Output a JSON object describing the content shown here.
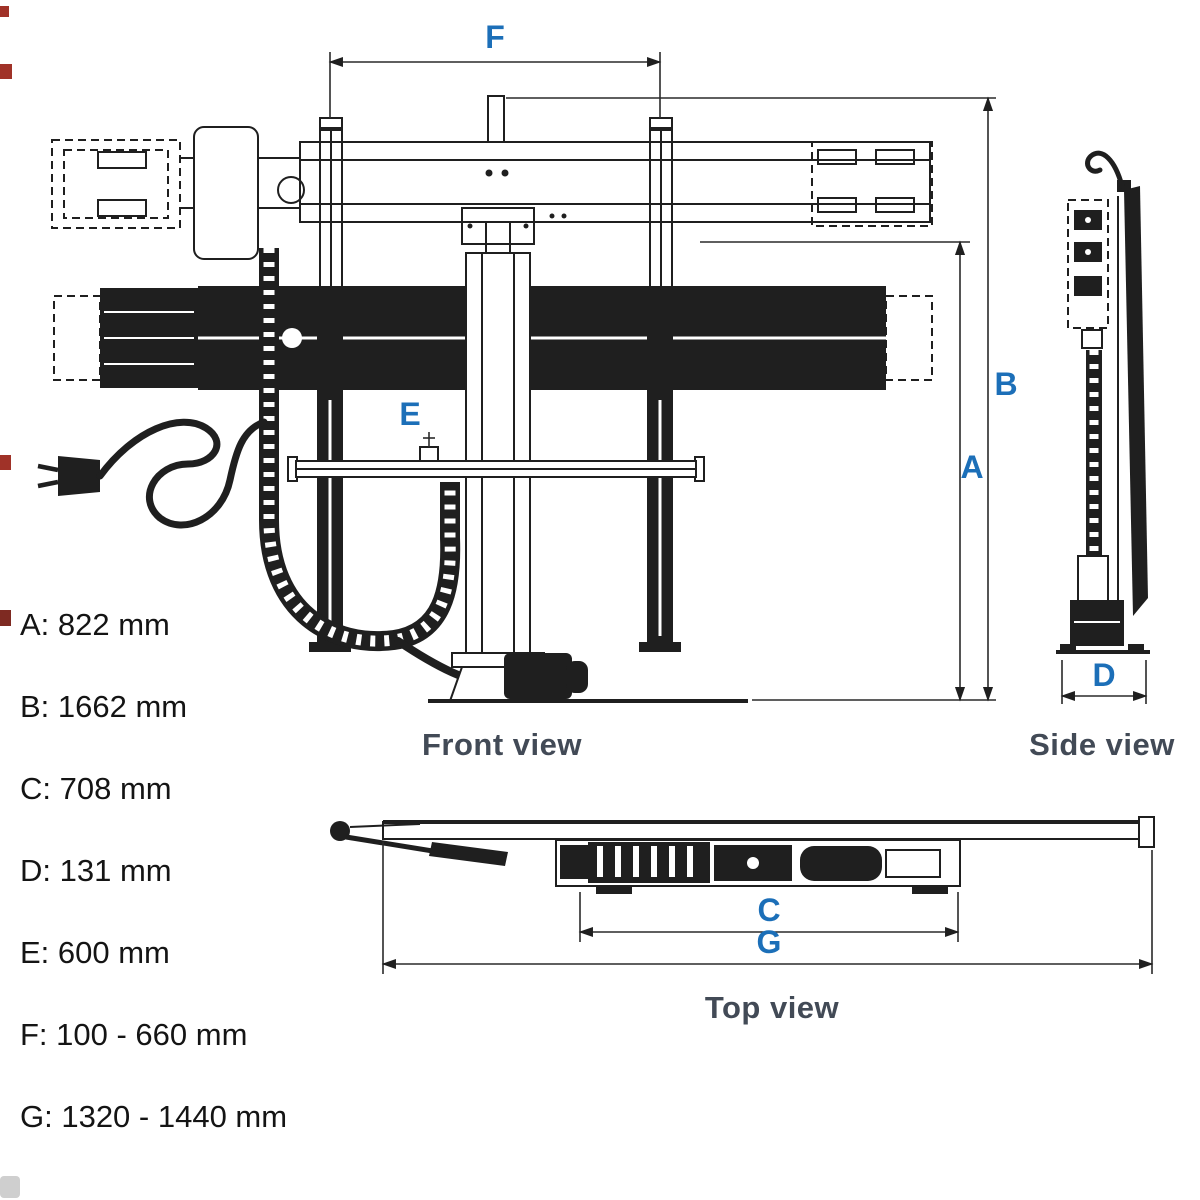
{
  "colors": {
    "dimension_label": "#1c6fb8",
    "view_label": "#424a56",
    "drawing_line": "#1f1f1f",
    "legend_text": "#141414",
    "background": "#ffffff"
  },
  "views": {
    "front": "Front view",
    "side": "Side view",
    "top": "Top view"
  },
  "dims": {
    "A": "A",
    "B": "B",
    "C": "C",
    "D": "D",
    "E": "E",
    "F": "F",
    "G": "G"
  },
  "dimensions_mm": {
    "A": "822 mm",
    "B": "1662 mm",
    "C": "708 mm",
    "D": "131 mm",
    "E": "600 mm",
    "F": "100 - 660 mm",
    "G": "1320 - 1440 mm"
  },
  "legend": [
    {
      "id": "A",
      "text": "A: 822 mm"
    },
    {
      "id": "B",
      "text": "B: 1662 mm"
    },
    {
      "id": "C",
      "text": "C: 708 mm"
    },
    {
      "id": "D",
      "text": "D: 131 mm"
    },
    {
      "id": "E",
      "text": "E: 600 mm"
    },
    {
      "id": "F",
      "text": "F: 100 - 660 mm"
    },
    {
      "id": "G",
      "text": "G: 1320 - 1440 mm"
    }
  ]
}
